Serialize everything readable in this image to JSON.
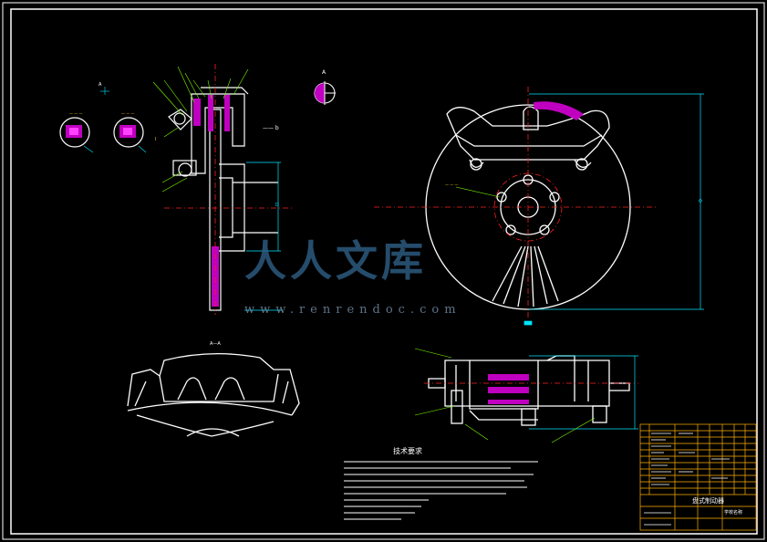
{
  "drawing": {
    "bg": "#000000",
    "line": "#ffffff",
    "center_line": "#ff2020",
    "dim_line": "#00e5ff",
    "leader": "#7cfc00",
    "section_fill": "#c000c0",
    "title_block_line": "#ffb000"
  },
  "labels": {
    "view_mark_top": "A",
    "view_mark_section": "A—A",
    "detail_a": "A",
    "dim_d": "D",
    "tech_req_title": "技术要求",
    "pin_note": "I"
  },
  "watermark": {
    "glyphs": "人人文库",
    "url": "www.renrendoc.com"
  },
  "title_block": {
    "drawing_name": "盘式制动器",
    "company": "学校名称"
  }
}
